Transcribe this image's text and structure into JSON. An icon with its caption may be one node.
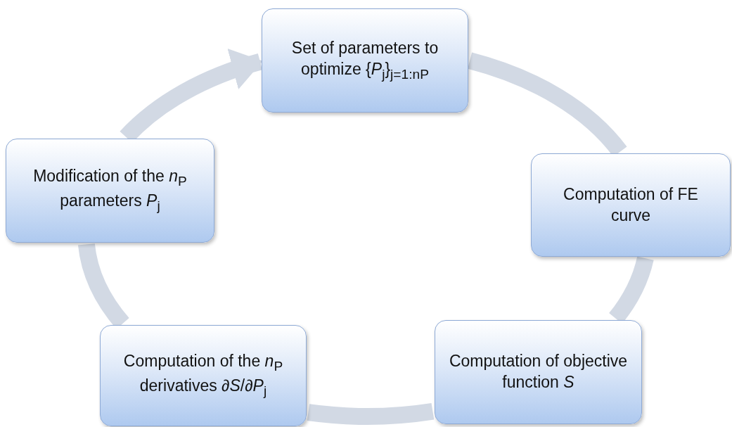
{
  "diagram": {
    "nodes": [
      {
        "text": [
          "Set of parameters to optimize {*P*$_{j}$}$_{j=1:nP}$"
        ]
      },
      {
        "text": [
          "Computation of FE curve"
        ]
      },
      {
        "text": [
          "Computation of objective function *S*"
        ]
      },
      {
        "text": [
          "Computation of the *n*$_{P}$ derivatives ∂*S*/∂*P*$_{j}$"
        ]
      },
      {
        "text": [
          "Modification of the *n*$_{P}$ parameters *P*$_{j}$"
        ]
      }
    ],
    "edges": [
      {
        "from": 0,
        "to": 1,
        "arrow": "none"
      },
      {
        "from": 1,
        "to": 2,
        "arrow": "none"
      },
      {
        "from": 2,
        "to": 3,
        "arrow": "none"
      },
      {
        "from": 3,
        "to": 4,
        "arrow": "none"
      },
      {
        "from": 4,
        "to": 0,
        "arrow": "to"
      }
    ]
  }
}
